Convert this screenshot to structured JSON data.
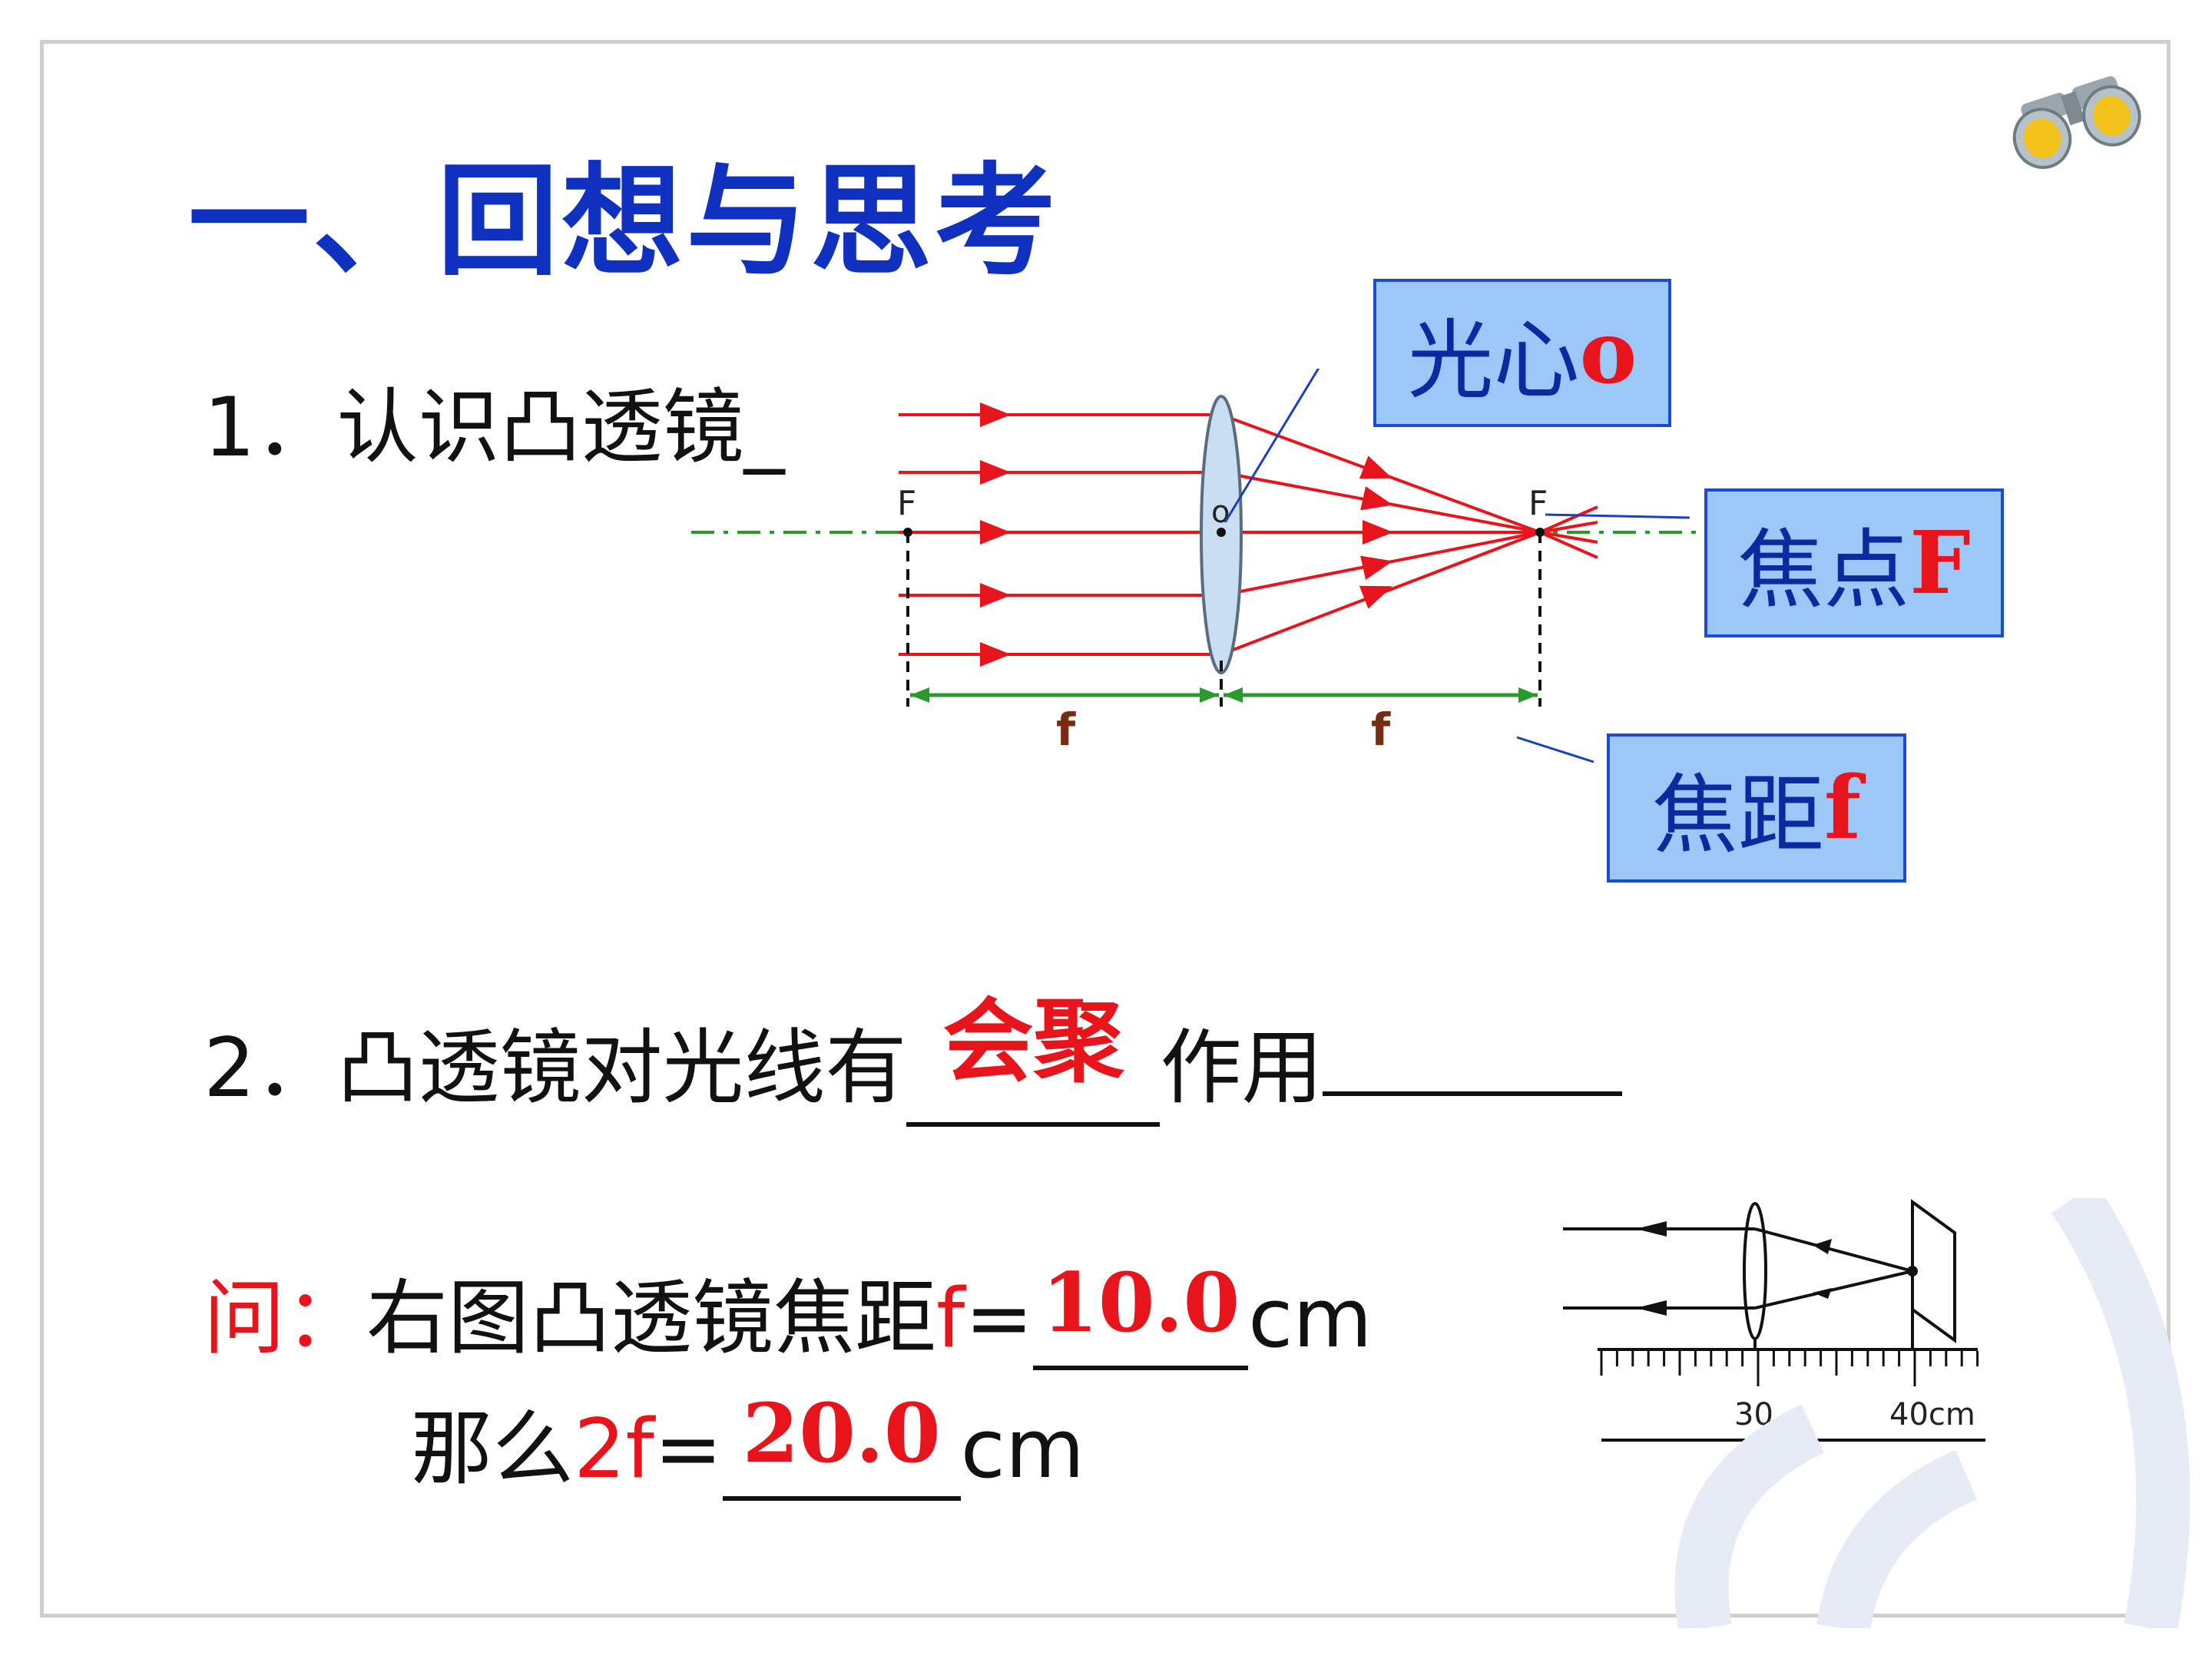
{
  "title": "一、回想与思考",
  "item1": {
    "text": "1．认识凸透镜_"
  },
  "labels": {
    "optical_center": {
      "text": "光心",
      "symbol": "o"
    },
    "focus": {
      "text": "焦点",
      "symbol": "F"
    },
    "focal_length": {
      "text": "焦距",
      "symbol": "f"
    }
  },
  "diagram1": {
    "focus_left": "F",
    "focus_right": "F",
    "center": "o",
    "f_left": "f",
    "f_right": "f"
  },
  "item2": {
    "prefix": "2．凸透镜对光线有",
    "answer": "会聚",
    "suffix": "作用"
  },
  "question": {
    "label": "问：",
    "text": "右图凸透镜焦距",
    "var": "f",
    "eq": "=",
    "answer": "10.0",
    "unit": "cm"
  },
  "question2": {
    "text": "那么",
    "var": "2f",
    "eq": "=",
    "answer": "20.0",
    "unit": "cm"
  },
  "ruler": {
    "tick_30": "30",
    "tick_40": "40cm"
  },
  "colors": {
    "title": "#1030c0",
    "ray": "#e8141c",
    "box": "#9cc8f7",
    "axis": "#2a9a2a"
  }
}
